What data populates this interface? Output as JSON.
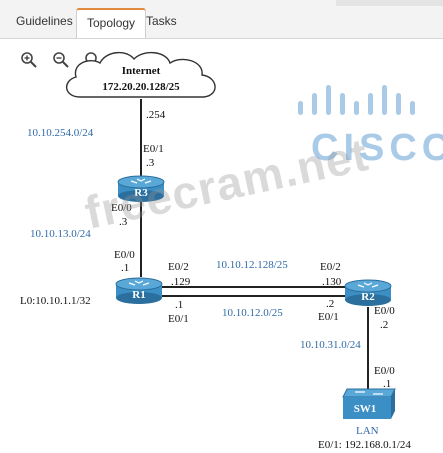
{
  "tabs": [
    {
      "label": "Guidelines",
      "active": false
    },
    {
      "label": "Topology",
      "active": true
    },
    {
      "label": "Tasks",
      "active": false
    }
  ],
  "toolbar": {
    "icons": [
      "zoom-in-icon",
      "zoom-out-icon",
      "search-icon"
    ]
  },
  "cloud": {
    "name": "Internet",
    "network": "172.20.20.128/25",
    "if_label": ".254"
  },
  "networks": {
    "n254": "10.10.254.0/24",
    "n13": "10.10.13.0/24",
    "n12_128": "10.10.12.128/25",
    "n12_0": "10.10.12.0/25",
    "n31": "10.10.31.0/24"
  },
  "devices": {
    "r3": {
      "name": "R3",
      "e01": "E0/1",
      "e01_ip": ".3",
      "e00": "E0/0",
      "e00_ip": ".3"
    },
    "r1": {
      "name": "R1",
      "e00": "E0/0",
      "e00_ip": ".1",
      "e02": "E0/2",
      "e02_ip": ".129",
      "e01_ip": ".1",
      "e01": "E0/1",
      "loopback": "L0:10.10.1.1/32"
    },
    "r2": {
      "name": "R2",
      "e02": "E0/2",
      "e02_ip": ".130",
      "e01_ip": ".2",
      "e01": "E0/1",
      "e00": "E0/0",
      "e00_ip": ".2"
    },
    "sw1": {
      "name": "SW1",
      "e00": "E0/0",
      "e00_ip": ".1",
      "lan": "LAN",
      "e01": "E0/1: 192.168.0.1/24"
    }
  },
  "watermark": {
    "text": "freecram.net"
  },
  "logo": {
    "text": "CISCO"
  },
  "colors": {
    "router": "#3b8fc4",
    "network_label": "#2f6aa8",
    "tab_accent": "#e08a3c",
    "logo": "#a9cbe8"
  }
}
